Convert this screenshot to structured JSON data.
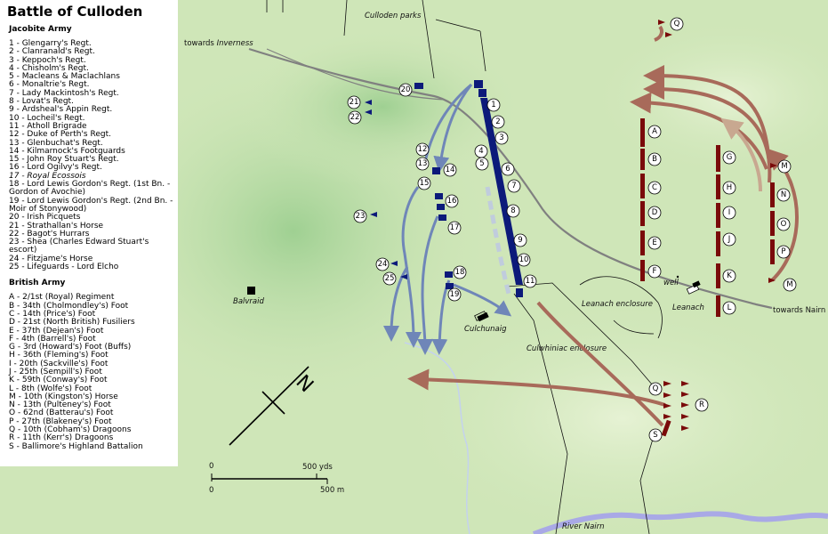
{
  "title": "Battle of Culloden",
  "jacobite": {
    "heading": "Jacobite Army",
    "units": [
      {
        "id": "1",
        "text": "1 - Glengarry's Regt."
      },
      {
        "id": "2",
        "text": "2 - Clanranald's Regt."
      },
      {
        "id": "3",
        "text": "3 - Keppoch's Regt."
      },
      {
        "id": "4",
        "text": "4 - Chisholm's Regt."
      },
      {
        "id": "5",
        "text": "5 - Macleans & Maclachlans"
      },
      {
        "id": "6",
        "text": "6 - Monaltrie's Regt."
      },
      {
        "id": "7",
        "text": "7 - Lady Mackintosh's Regt."
      },
      {
        "id": "8",
        "text": "8 - Lovat's Regt."
      },
      {
        "id": "9",
        "text": "9 - Ardsheal's Appin Regt."
      },
      {
        "id": "10",
        "text": "10 - Locheil's Regt."
      },
      {
        "id": "11",
        "text": "11 - Atholl Brigrade"
      },
      {
        "id": "12",
        "text": "12 - Duke of Perth's Regt."
      },
      {
        "id": "13",
        "text": "13 - Glenbuchat's Regt."
      },
      {
        "id": "14",
        "text": "14 - Kilmarnock's Footguards"
      },
      {
        "id": "15",
        "text": "15 - John Roy Stuart's Regt."
      },
      {
        "id": "16",
        "text": "16 - Lord Ogilvy's Regt."
      },
      {
        "id": "17",
        "text": "17 - Royal Ecossois",
        "italic": true
      },
      {
        "id": "18",
        "text": "18 - Lord Lewis Gordon's Regt. (1st Bn. - Gordon of Avochie)"
      },
      {
        "id": "19",
        "text": "19 - Lord Lewis Gordon's Regt. (2nd Bn. - Moir of Stonywood)"
      },
      {
        "id": "20",
        "text": "20 - Irish Picquets"
      },
      {
        "id": "21",
        "text": "21 - Strathallan's Horse"
      },
      {
        "id": "22",
        "text": "22 - Bagot's Hurrars"
      },
      {
        "id": "23",
        "text": "23 - Shea (Charles Edward Stuart's escort)"
      },
      {
        "id": "24",
        "text": "24 - Fitzjame's Horse"
      },
      {
        "id": "25",
        "text": "25 - Lifeguards - Lord Elcho"
      }
    ]
  },
  "british": {
    "heading": "British Army",
    "units": [
      {
        "id": "A",
        "text": "A - 2/1st (Royal) Regiment"
      },
      {
        "id": "B",
        "text": "B - 34th (Cholmondley's) Foot"
      },
      {
        "id": "C",
        "text": "C - 14th (Price's) Foot"
      },
      {
        "id": "D",
        "text": "D - 21st (North British) Fusiliers"
      },
      {
        "id": "E",
        "text": "E - 37th (Dejean's) Foot"
      },
      {
        "id": "F",
        "text": "F - 4th (Barrell's) Foot"
      },
      {
        "id": "G",
        "text": "G - 3rd (Howard's) Foot (Buffs)"
      },
      {
        "id": "H",
        "text": "H - 36th (Fleming's) Foot"
      },
      {
        "id": "I",
        "text": "I - 20th (Sackville's) Foot"
      },
      {
        "id": "J",
        "text": "J - 25th (Sempill's) Foot"
      },
      {
        "id": "K",
        "text": "K - 59th (Conway's) Foot"
      },
      {
        "id": "L",
        "text": "L - 8th (Wolfe's) Foot"
      },
      {
        "id": "M",
        "text": "M - 10th (Kingston's) Horse"
      },
      {
        "id": "N",
        "text": "N - 13th (Pulteney's) Foot"
      },
      {
        "id": "O",
        "text": "O - 62nd (Batterau's) Foot"
      },
      {
        "id": "P",
        "text": "P - 27th (Blakeney's) Foot"
      },
      {
        "id": "Q",
        "text": "Q - 10th (Cobham's) Dragoons"
      },
      {
        "id": "R",
        "text": "R - 11th (Kerr's) Dragoons"
      },
      {
        "id": "S",
        "text": "S - Ballimore's Highland Battalion"
      }
    ]
  },
  "places": {
    "culloden_parks": "Culloden parks",
    "towards_inverness_prefix": "towards ",
    "towards_inverness_place": "Inverness",
    "towards_nairn": "towards Nairn",
    "balvraid": "Balvraid",
    "culchunaig": "Culchunaig",
    "leanach_enclosure": "Leanach enclosure",
    "leanach": "Leanach",
    "well": "well",
    "culwhiniac_enclosure": "Culwhiniac enclosure",
    "river_nairn": "River Nairn"
  },
  "compass": {
    "north": "N"
  },
  "scale": {
    "zero_a": "0",
    "yds": "500 yds",
    "zero_b": "0",
    "m": "500 m"
  },
  "colors": {
    "jacobite": "#0c1a7a",
    "jacobite_arrow": "#6f86b8",
    "british": "#7a0a0a",
    "british_arrow": "#a86a5a",
    "road": "#808080",
    "river": "#a9a9e6"
  }
}
